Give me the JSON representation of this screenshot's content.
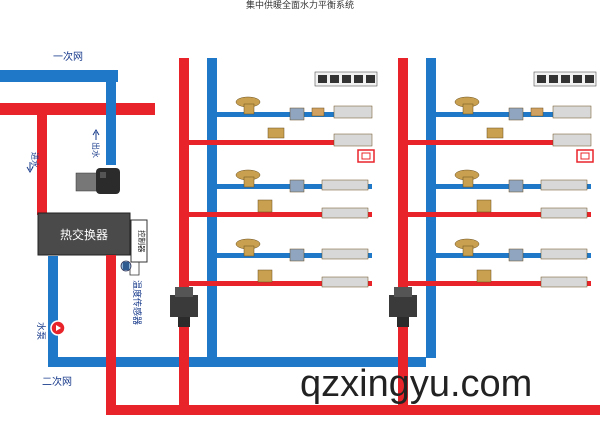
{
  "title": "集中供暖全面水力平衡系统",
  "labels": {
    "primary_network": "一次网",
    "secondary_network": "二次网",
    "inlet": "进水",
    "outlet": "出水",
    "heat_exchanger": "热交换器",
    "controller": "控制器",
    "temp_sensor": "温度传感器",
    "pump": "水泵"
  },
  "watermark": "qzxingyu.com",
  "colors": {
    "supply": "#e8242a",
    "return": "#1f78c8"
  }
}
